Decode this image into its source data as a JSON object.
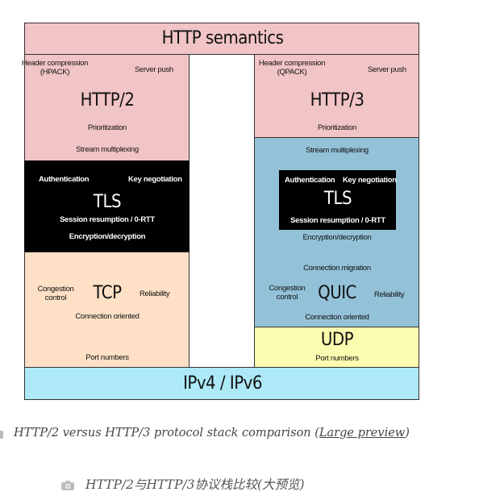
{
  "diagram": {
    "http_semantics": "HTTP semantics",
    "http2": {
      "title": "HTTP/2",
      "header_compression": "Header compression\n(HPACK)",
      "server_push": "Server push",
      "prioritization": "Prioritization",
      "stream_multiplexing": "Stream multiplexing"
    },
    "http3": {
      "title": "HTTP/3",
      "header_compression": "Header compression\n(QPACK)",
      "server_push": "Server push",
      "prioritization": "Prioritization"
    },
    "tls_left": {
      "title": "TLS",
      "authentication": "Authentication",
      "key_negotiation": "Key negotiation",
      "session_resumption": "Session resumption / 0-RTT",
      "encryption": "Encryption/decryption"
    },
    "quic": {
      "stream_multiplexing": "Stream multiplexing",
      "tls_title": "TLS",
      "authentication": "Authentication",
      "key_negotiation": "Key negotiation",
      "session_resumption": "Session resumption / 0-RTT",
      "encryption": "Encryption/decryption",
      "connection_migration": "Connection migration",
      "congestion_control": "Congestion\ncontrol",
      "title": "QUIC",
      "reliability": "Reliability",
      "connection_oriented": "Connection oriented"
    },
    "tcp": {
      "congestion_control": "Congestion\ncontrol",
      "title": "TCP",
      "reliability": "Reliability",
      "connection_oriented": "Connection oriented",
      "port_numbers": "Port numbers"
    },
    "udp": {
      "title": "UDP",
      "port_numbers": "Port numbers"
    },
    "ip": "IPv4 / IPv6"
  },
  "caption": {
    "text": "HTTP/2 versus HTTP/3 protocol stack comparison (",
    "link": "Large preview",
    "end": ")"
  },
  "caption_cn": "HTTP/2与HTTP/3协议栈比较(大预览)",
  "colors": {
    "http_pink": "#f1c4c6",
    "black": "#000000",
    "tcp_peach": "#fde0c6",
    "quic_blue": "#93c1d8",
    "udp_yellow": "#fcfcb0",
    "ip_cyan": "#ade9f7"
  },
  "icons": [
    "camera-icon"
  ]
}
